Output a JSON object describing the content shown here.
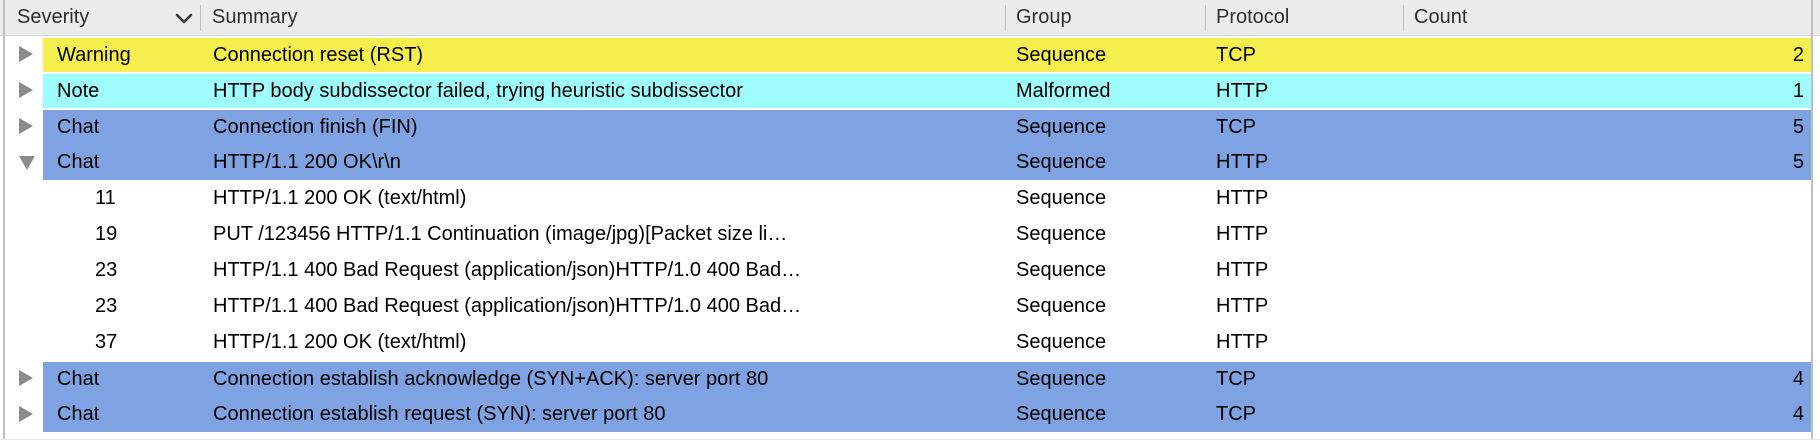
{
  "header": {
    "columns": [
      {
        "label": "Severity"
      },
      {
        "label": "Summary"
      },
      {
        "label": "Group"
      },
      {
        "label": "Protocol"
      },
      {
        "label": "Count"
      }
    ],
    "severity_sort_indicator": "chevron-down-icon"
  },
  "colors": {
    "warning": "#f5ef4e",
    "note": "#9ffdfd",
    "chat": "#7fa3e2",
    "none": "#ffffff",
    "header_bg": "#edecec",
    "triangle": "#8b8b8b",
    "divider": "#c2c2c2",
    "text": "#000000"
  },
  "rows": [
    {
      "severity": "Warning",
      "child": false,
      "expander": "collapsed",
      "summary": "Connection reset (RST)",
      "group": "Sequence",
      "protocol": "TCP",
      "count": "2",
      "color": "warning"
    },
    {
      "severity": "Note",
      "child": false,
      "expander": "collapsed",
      "summary": "HTTP body subdissector failed, trying heuristic subdissector",
      "group": "Malformed",
      "protocol": "HTTP",
      "count": "1",
      "color": "note"
    },
    {
      "severity": "Chat",
      "child": false,
      "expander": "collapsed",
      "summary": "Connection finish (FIN)",
      "group": "Sequence",
      "protocol": "TCP",
      "count": "5",
      "color": "chat"
    },
    {
      "severity": "Chat",
      "child": false,
      "expander": "expanded",
      "summary": "HTTP/1.1 200 OK\\r\\n",
      "group": "Sequence",
      "protocol": "HTTP",
      "count": "5",
      "color": "chat"
    },
    {
      "severity": "11",
      "child": true,
      "expander": "none",
      "summary": "HTTP/1.1 200 OK (text/html)",
      "group": "Sequence",
      "protocol": "HTTP",
      "count": "",
      "color": "none"
    },
    {
      "severity": "19",
      "child": true,
      "expander": "none",
      "summary": "PUT /123456 HTTP/1.1 Continuation (image/jpg)[Packet size li…",
      "group": "Sequence",
      "protocol": "HTTP",
      "count": "",
      "color": "none"
    },
    {
      "severity": "23",
      "child": true,
      "expander": "none",
      "summary": "HTTP/1.1 400 Bad Request (application/json)HTTP/1.0 400 Bad…",
      "group": "Sequence",
      "protocol": "HTTP",
      "count": "",
      "color": "none"
    },
    {
      "severity": "23",
      "child": true,
      "expander": "none",
      "summary": "HTTP/1.1 400 Bad Request (application/json)HTTP/1.0 400 Bad…",
      "group": "Sequence",
      "protocol": "HTTP",
      "count": "",
      "color": "none"
    },
    {
      "severity": "37",
      "child": true,
      "expander": "none",
      "summary": "HTTP/1.1 200 OK (text/html)",
      "group": "Sequence",
      "protocol": "HTTP",
      "count": "",
      "color": "none"
    },
    {
      "severity": "Chat",
      "child": false,
      "expander": "collapsed",
      "summary": "Connection establish acknowledge (SYN+ACK): server port 80",
      "group": "Sequence",
      "protocol": "TCP",
      "count": "4",
      "color": "chat"
    },
    {
      "severity": "Chat",
      "child": false,
      "expander": "collapsed",
      "summary": "Connection establish request (SYN): server port 80",
      "group": "Sequence",
      "protocol": "TCP",
      "count": "4",
      "color": "chat"
    }
  ]
}
